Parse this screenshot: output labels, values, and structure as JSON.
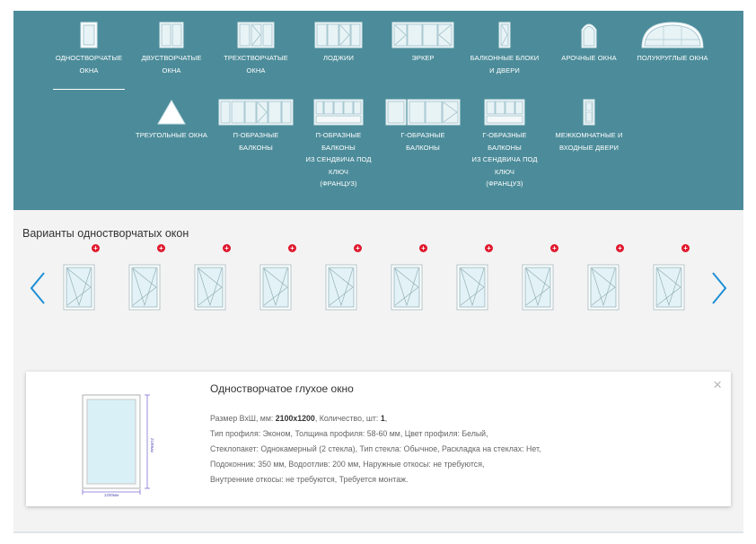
{
  "categories_row1": [
    {
      "label": "ОДНОСТВОРЧАТЫЕ\nОКНА",
      "icon": "single-window-icon"
    },
    {
      "label": "ДВУСТВОРЧАТЫЕ\nОКНА",
      "icon": "double-window-icon"
    },
    {
      "label": "ТРЕХСТВОРЧАТЫЕ\nОКНА",
      "icon": "triple-window-icon"
    },
    {
      "label": "ЛОДЖИИ",
      "icon": "loggia-icon"
    },
    {
      "label": "ЭРКЕР",
      "icon": "bay-window-icon"
    },
    {
      "label": "БАЛКОННЫЕ БЛОКИ\nИ ДВЕРИ",
      "icon": "balcony-door-icon"
    },
    {
      "label": "АРОЧНЫЕ ОКНА",
      "icon": "arched-window-icon"
    },
    {
      "label": "ПОЛУКРУГЛЫЕ ОКНА",
      "icon": "semicircle-window-icon"
    }
  ],
  "categories_row2": [
    {
      "label": "ТРЕУГОЛЬНЫЕ ОКНА",
      "icon": "triangle-window-icon"
    },
    {
      "label": "П-ОБРАЗНЫЕ\nБАЛКОНЫ",
      "icon": "u-balcony-icon"
    },
    {
      "label": "П-ОБРАЗНЫЕ\nБАЛКОНЫ\nИЗ СЕНДВИЧА ПОД\nКЛЮЧ\n(ФРАНЦУЗ)",
      "icon": "u-balcony-sandwich-icon"
    },
    {
      "label": "Г-ОБРАЗНЫЕ\nБАЛКОНЫ",
      "icon": "l-balcony-icon"
    },
    {
      "label": "Г-ОБРАЗНЫЕ\nБАЛКОНЫ\nИЗ СЕНДВИЧА ПОД\nКЛЮЧ\n(ФРАНЦУЗ)",
      "icon": "l-balcony-sandwich-icon"
    },
    {
      "label": "МЕЖКОМНАТНЫЕ И\nВХОДНЫЕ ДВЕРИ",
      "icon": "interior-door-icon"
    }
  ],
  "variants": {
    "title": "Варианты одностворчатых окон",
    "count": 10,
    "prev_icon": "chevron-left-icon",
    "next_icon": "chevron-right-icon",
    "add_icon": "plus-icon",
    "add_symbol": "+"
  },
  "product": {
    "title": "Одностворчатое глухое окно",
    "close_symbol": "×",
    "size_label": "Размер ВхШ, мм: ",
    "size_value": "2100х1200",
    "qty_label": ", Количество, шт: ",
    "qty_value": "1",
    "qty_end": ",",
    "line2": "Тип профиля: Эконом, Толщина профиля: 58-60 мм, Цвет профиля: Белый,",
    "line3": "Стеклопакет: Однокамерный (2 стекла), Тип стекла: Обычное, Раскладка на стеклах: Нет,",
    "line4": "Подоконник: 350 мм, Водоотлив: 200 мм, Наружные откосы: не требуются,",
    "line5": "Внутренние откосы: не требуются, Требуется монтаж.",
    "dim_width": "1200мм",
    "dim_height": "2100мм"
  },
  "colors": {
    "header_bg": "#4c8c9a",
    "panel_bg": "#f3f3f3",
    "add_badge": "#e0182d",
    "arrow": "#1e8fd6"
  }
}
